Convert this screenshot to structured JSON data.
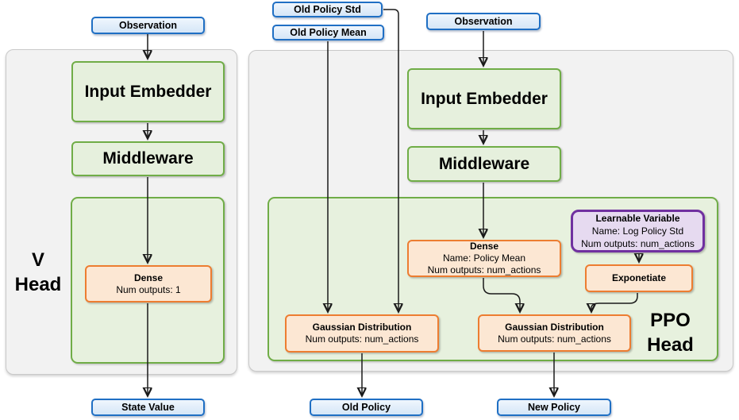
{
  "v_head": {
    "label_top": "V",
    "label_bottom": "Head",
    "observation": "Observation",
    "input_embedder": "Input Embedder",
    "middleware": "Middleware",
    "dense": {
      "title": "Dense",
      "line1": "Num outputs: 1"
    },
    "state_value": "State Value"
  },
  "ppo_head": {
    "label_top": "PPO",
    "label_bottom": "Head",
    "old_policy_std": "Old Policy Std",
    "old_policy_mean": "Old Policy Mean",
    "observation": "Observation",
    "input_embedder": "Input Embedder",
    "middleware": "Middleware",
    "dense": {
      "title": "Dense",
      "line1": "Name: Policy Mean",
      "line2": "Num outputs: num_actions"
    },
    "learnable_variable": {
      "title": "Learnable Variable",
      "line1": "Name: Log Policy Std",
      "line2": "Num outputs: num_actions"
    },
    "exponetiate": "Exponetiate",
    "gaussian_old": {
      "title": "Gaussian Distribution",
      "line1": "Num outputs: num_actions"
    },
    "gaussian_new": {
      "title": "Gaussian Distribution",
      "line1": "Num outputs: num_actions"
    },
    "old_policy": "Old Policy",
    "new_policy": "New Policy"
  },
  "colors": {
    "blue_fill": "#d5e6f7",
    "blue_border": "#1f6fc4",
    "green_fill": "#e6f0dd",
    "green_border": "#70ad47",
    "orange_fill": "#fce7d3",
    "orange_border": "#ed7d31",
    "purple_fill": "#e6daf0",
    "purple_border": "#7030a0",
    "gray_fill": "#f2f2f2",
    "gray_border": "#c9c9c9",
    "arrow": "#1a1a1a"
  }
}
